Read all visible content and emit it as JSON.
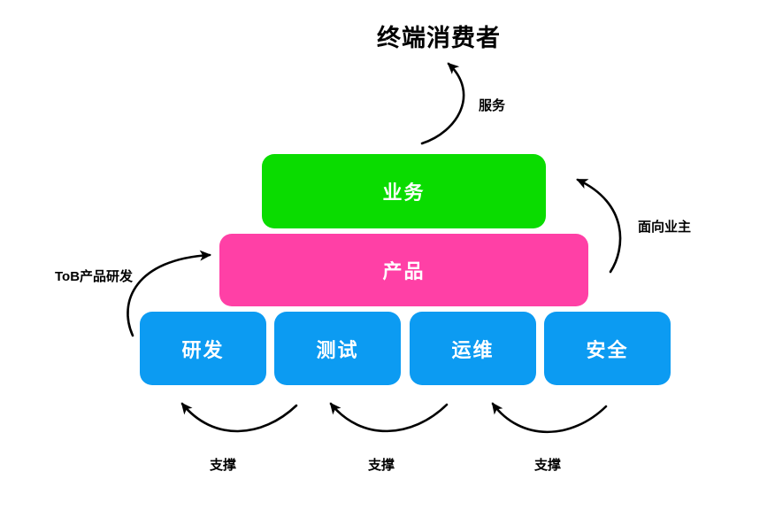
{
  "diagram": {
    "title": "终端消费者",
    "boxes": {
      "business": {
        "label": "业务",
        "color": "#0adc00"
      },
      "product": {
        "label": "产品",
        "color": "#ff40a6"
      },
      "rd": {
        "label": "研发",
        "color": "#0c9bf2"
      },
      "test": {
        "label": "测试",
        "color": "#0c9bf2"
      },
      "ops": {
        "label": "运维",
        "color": "#0c9bf2"
      },
      "security": {
        "label": "安全",
        "color": "#0c9bf2"
      }
    },
    "arrow_labels": {
      "service": "服务",
      "tob": "ToB产品研发",
      "owner": "面向业主",
      "support1": "支撑",
      "support2": "支撑",
      "support3": "支撑"
    },
    "colors": {
      "background": "#ffffff",
      "business_green": "#0adc00",
      "product_pink": "#ff40a6",
      "support_blue": "#0c9bf2",
      "arrow_black": "#000000",
      "box_text": "#ffffff"
    }
  }
}
